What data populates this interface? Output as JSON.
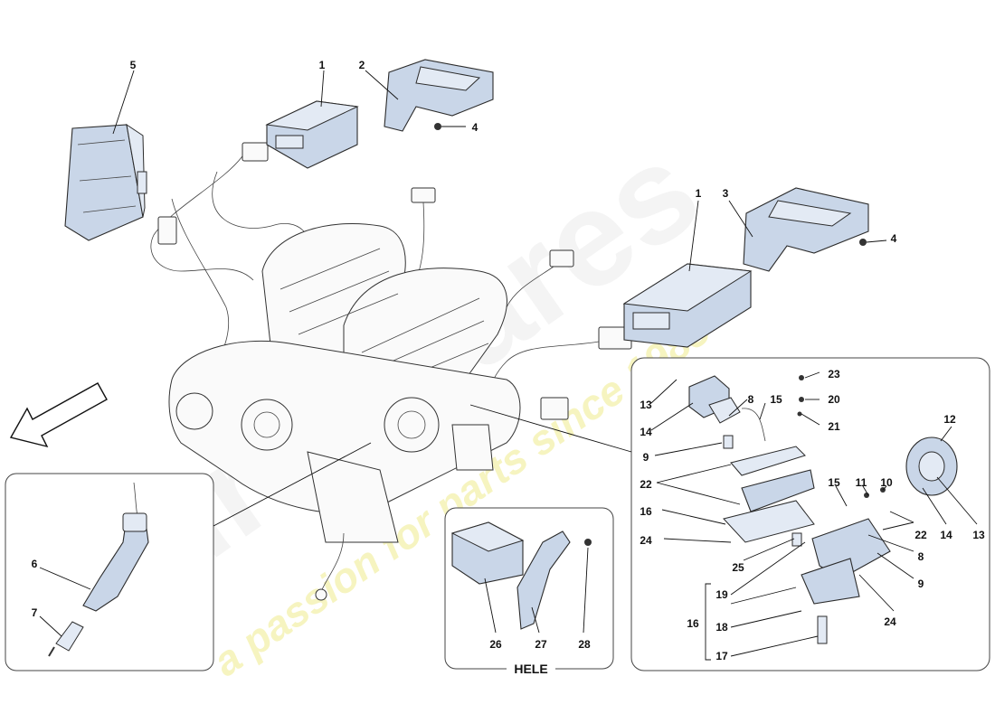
{
  "watermark": {
    "brand_text": "eurospares",
    "tagline_text": "a passion for parts since 1985"
  },
  "inset_hele": {
    "title": "HELE"
  },
  "callouts": {
    "n1a": "1",
    "n2": "2",
    "n4a": "4",
    "n5": "5",
    "n1b": "1",
    "n3": "3",
    "n4b": "4",
    "n6": "6",
    "n7": "7",
    "n26": "26",
    "n27": "27",
    "n28": "28",
    "r8a": "8",
    "r23": "23",
    "r13a": "13",
    "r20": "20",
    "r14a": "14",
    "r15a": "15",
    "r21": "21",
    "r9a": "9",
    "r12": "12",
    "r22a": "22",
    "r15b": "15",
    "r11": "11",
    "r10": "10",
    "r16a": "16",
    "r22b": "22",
    "r14b": "14",
    "r13b": "13",
    "r24a": "24",
    "r8b": "8",
    "r25": "25",
    "r9b": "9",
    "r19": "19",
    "r16b": "16",
    "r18": "18",
    "r24b": "24",
    "r17": "17"
  },
  "colors": {
    "part_blue": "#c9d6e8",
    "part_blue_light": "#e3eaf4",
    "watermark_grey": "#e8e8e8",
    "watermark_yellow": "#f3f0a8"
  },
  "icons": {
    "direction_arrow": "front-direction-arrow-icon"
  }
}
